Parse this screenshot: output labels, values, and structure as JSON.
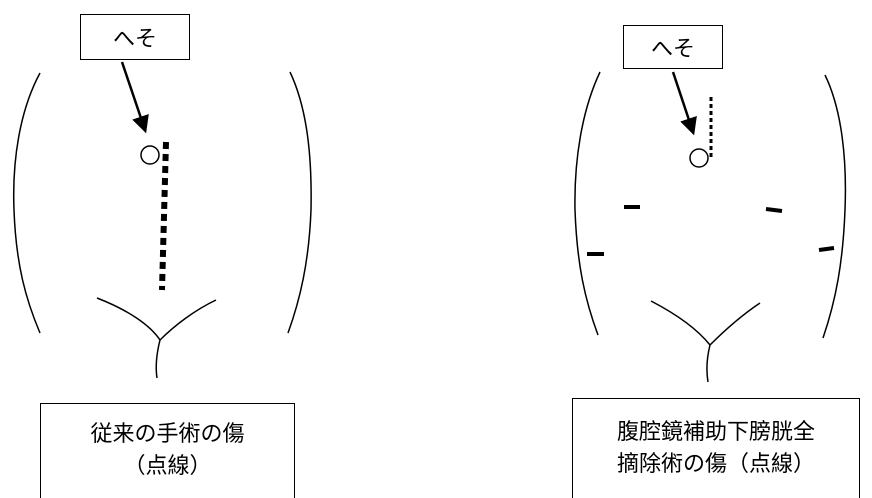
{
  "left_panel": {
    "navel_label": "へそ",
    "caption_line1": "従来の手術の傷",
    "caption_line2": "（点線）"
  },
  "right_panel": {
    "navel_label": "へそ",
    "caption_line1": "腹腔鏡補助下膀胱全",
    "caption_line2": "摘除術の傷（点線）"
  },
  "colors": {
    "line": "#000000",
    "background": "#ffffff"
  }
}
